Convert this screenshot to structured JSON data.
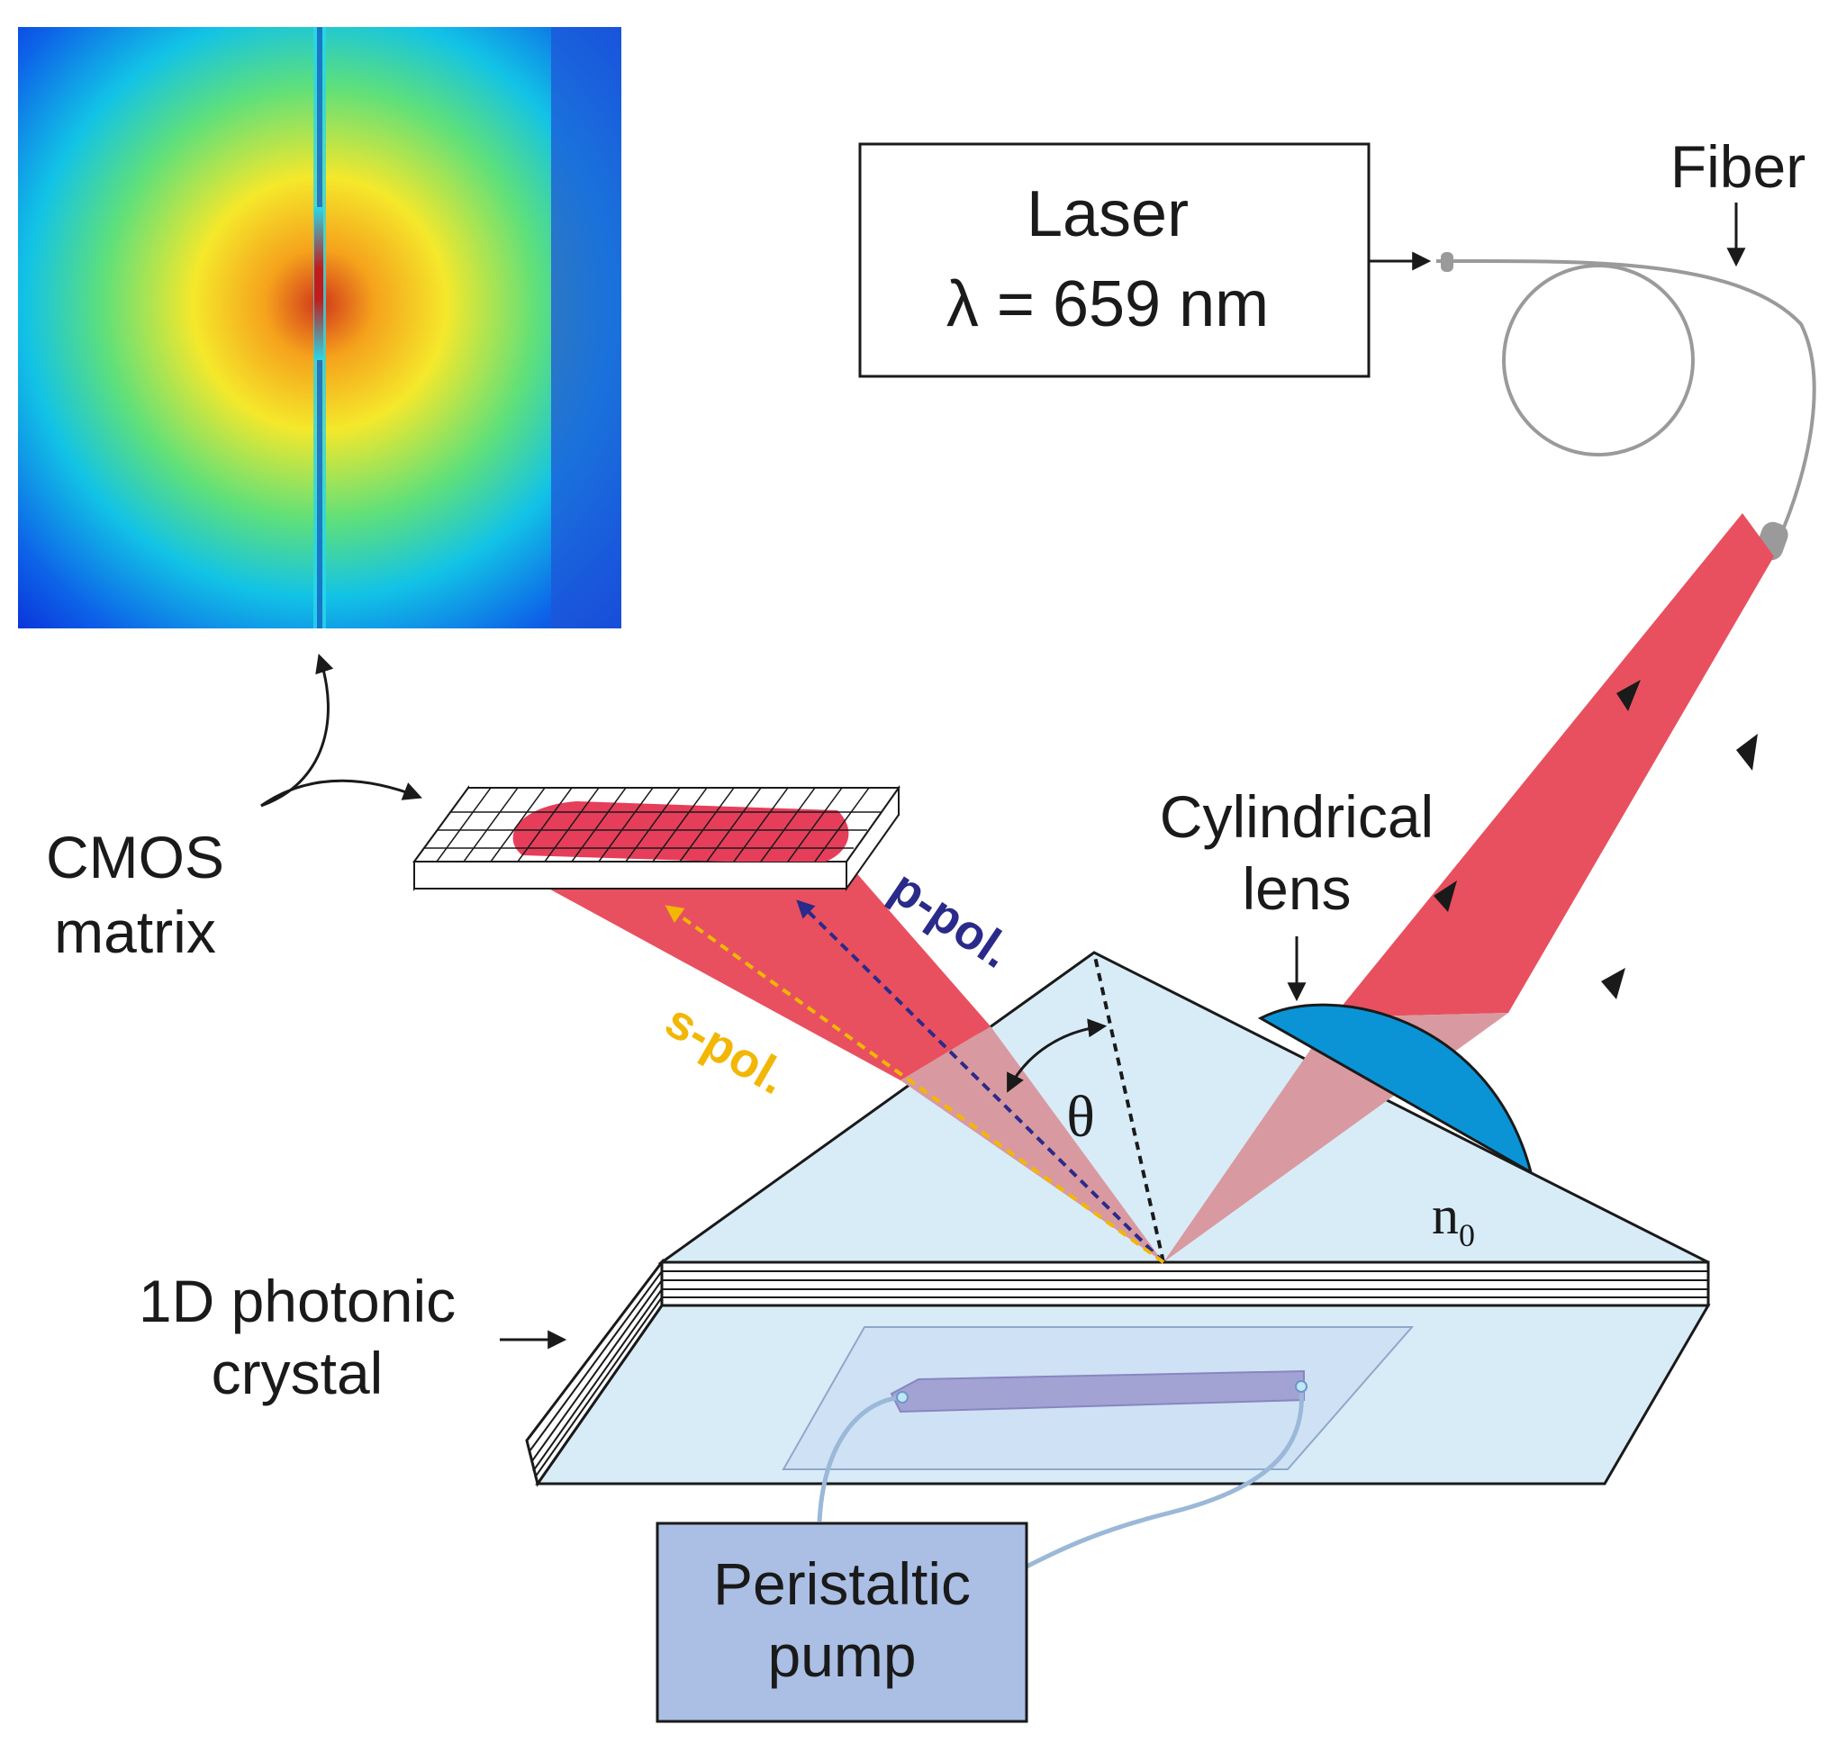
{
  "labels": {
    "laser_line1": "Laser",
    "laser_line2": "λ = 659 nm",
    "fiber": "Fiber",
    "cmos_line1": "CMOS",
    "cmos_line2": "matrix",
    "cyl_line1": "Cylindrical",
    "cyl_line2": "lens",
    "crystal_line1": "1D photonic",
    "crystal_line2": "crystal",
    "pump_line1": "Peristaltic",
    "pump_line2": "pump",
    "p_pol": "p-pol.",
    "s_pol": "s-pol.",
    "theta": "θ",
    "n_base": "n",
    "n_sub": "0"
  },
  "colors": {
    "beam": "#e8505f",
    "beam_in_prism": "#d89aa0",
    "prism_fill": "#d8ecf8",
    "lens": "#0a94d6",
    "pump_fill": "#aabfe3",
    "p_pol": "#2a2a8a",
    "s_pol": "#f2b705",
    "fiber": "#9a9a9a",
    "cell_fill": "#a3a3d3"
  }
}
